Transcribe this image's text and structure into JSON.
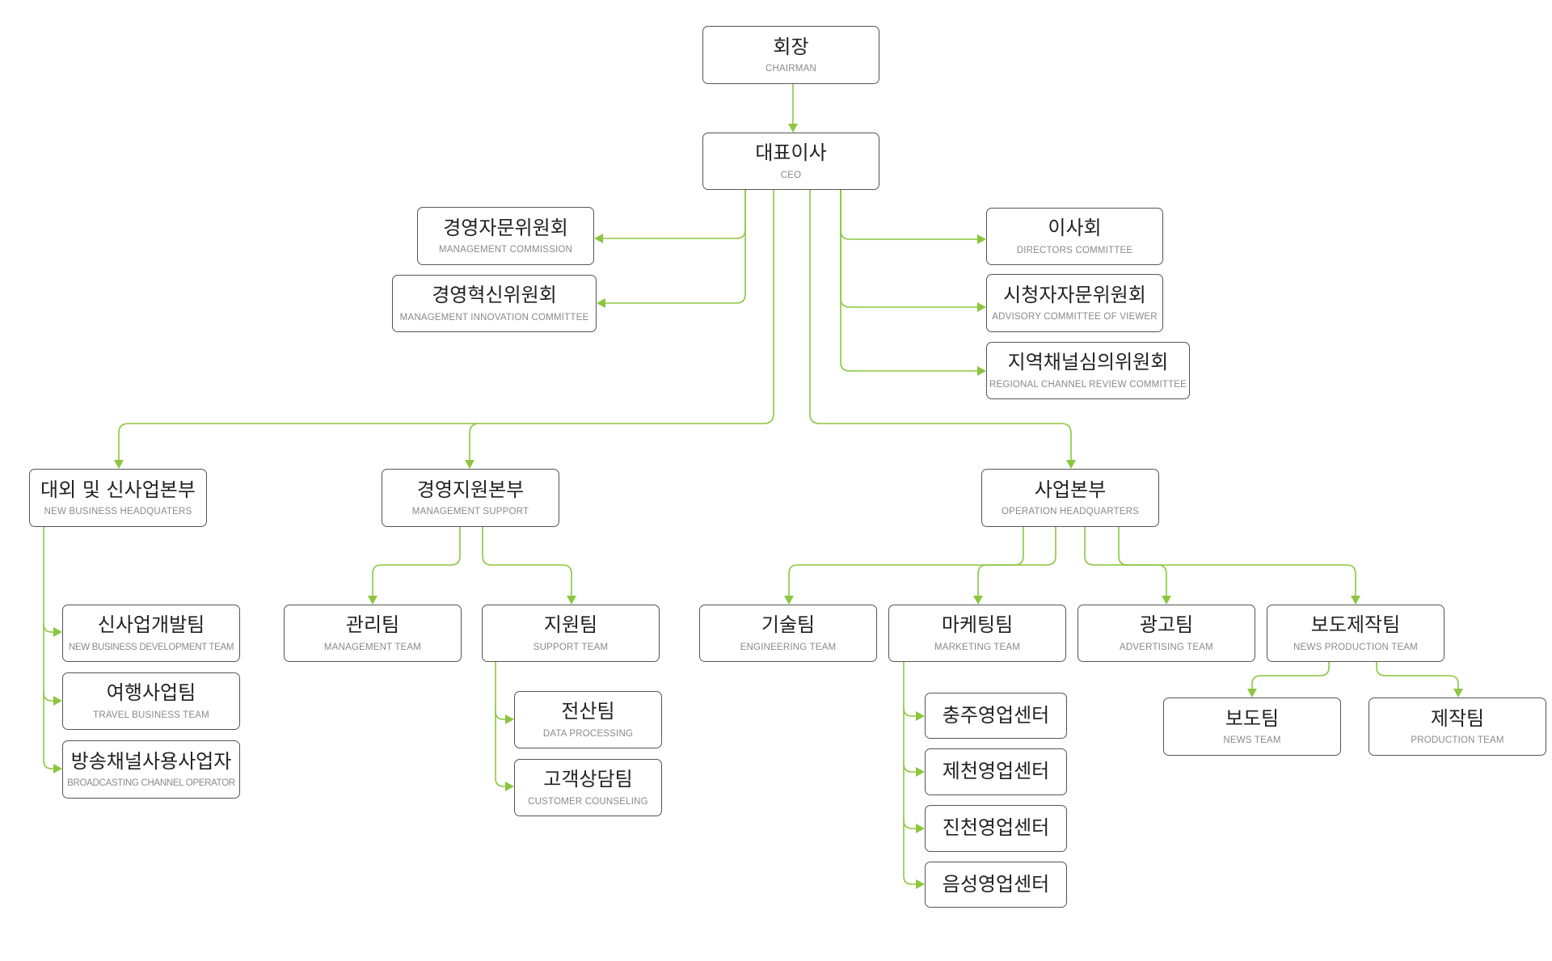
{
  "colors": {
    "connector": "#8cc63f",
    "border": "#555555",
    "primary_text": "#222222",
    "secondary_text": "#8a8a8a"
  },
  "nodes": {
    "chairman": {
      "ko": "회장",
      "en": "CHAIRMAN"
    },
    "ceo": {
      "ko": "대표이사",
      "en": "CEO"
    },
    "mgmt_commission": {
      "ko": "경영자문위원회",
      "en": "MANAGEMENT COMMISSION"
    },
    "mgmt_innovation": {
      "ko": "경영혁신위원회",
      "en": "MANAGEMENT INNOVATION COMMITTEE"
    },
    "directors": {
      "ko": "이사회",
      "en": "DIRECTORS COMMITTEE"
    },
    "viewer_advisory": {
      "ko": "시청자자문위원회",
      "en": "ADVISORY COMMITTEE OF VIEWER"
    },
    "regional_review": {
      "ko": "지역채널심의위원회",
      "en": "REGIONAL CHANNEL REVIEW COMMITTEE"
    },
    "new_business_hq": {
      "ko": "대외 및 신사업본부",
      "en": "NEW BUSINESS HEADQUATERS"
    },
    "mgmt_support": {
      "ko": "경영지원본부",
      "en": "MANAGEMENT SUPPORT"
    },
    "operation_hq": {
      "ko": "사업본부",
      "en": "OPERATION HEADQUARTERS"
    },
    "new_business_dev": {
      "ko": "신사업개발팀",
      "en": "NEW BUSINESS DEVELOPMENT TEAM"
    },
    "travel_business": {
      "ko": "여행사업팀",
      "en": "TRAVEL BUSINESS TEAM"
    },
    "broadcast_operator": {
      "ko": "방송채널사용사업자",
      "en": "BROADCASTING CHANNEL OPERATOR"
    },
    "management_team": {
      "ko": "관리팀",
      "en": "MANAGEMENT TEAM"
    },
    "support_team": {
      "ko": "지원팀",
      "en": "SUPPORT TEAM"
    },
    "data_processing": {
      "ko": "전산팀",
      "en": "DATA PROCESSING"
    },
    "customer_counseling": {
      "ko": "고객상담팀",
      "en": "CUSTOMER COUNSELING"
    },
    "engineering_team": {
      "ko": "기술팀",
      "en": "ENGINEERING TEAM"
    },
    "marketing_team": {
      "ko": "마케팅팀",
      "en": "MARKETING TEAM"
    },
    "advertising_team": {
      "ko": "광고팀",
      "en": "ADVERTISING TEAM"
    },
    "news_production": {
      "ko": "보도제작팀",
      "en": "NEWS PRODUCTION TEAM"
    },
    "chungju_center": {
      "ko": "충주영업센터"
    },
    "jecheon_center": {
      "ko": "제천영업센터"
    },
    "jincheon_center": {
      "ko": "진천영업센터"
    },
    "eumseong_center": {
      "ko": "음성영업센터"
    },
    "news_team": {
      "ko": "보도팀",
      "en": "NEWS TEAM"
    },
    "production_team": {
      "ko": "제작팀",
      "en": "PRODUCTION TEAM"
    }
  }
}
